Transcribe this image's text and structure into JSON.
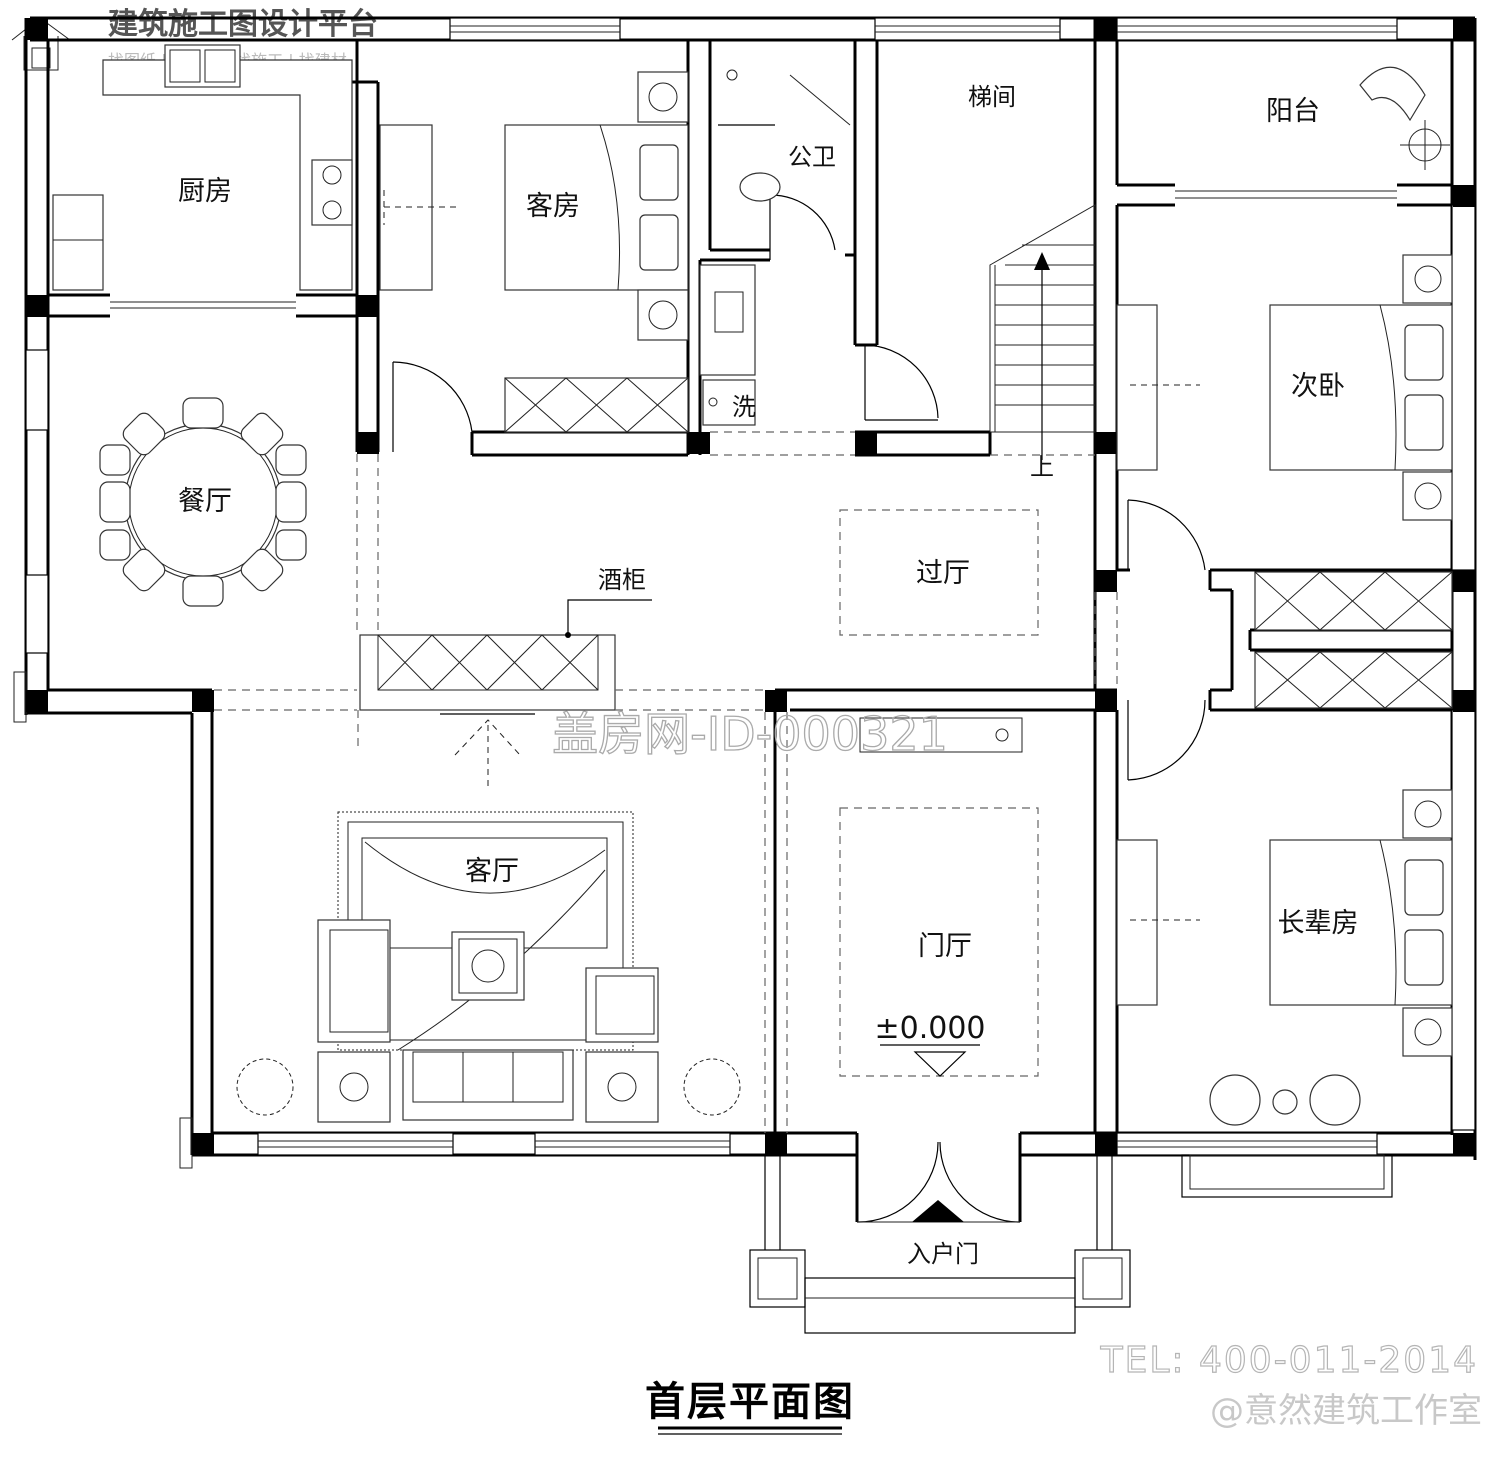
{
  "watermark_top": {
    "logo_text": "建筑施工图设计平台",
    "sub_text": "找图纸 | 找设计 | 找施工 | 找建材"
  },
  "rooms": {
    "kitchen": "厨房",
    "guest_room": "客房",
    "public_wc": "公卫",
    "stairwell": "梯间",
    "balcony": "阳台",
    "dining": "餐厅",
    "wash": "洗",
    "stair_up": "上",
    "second_bedroom": "次卧",
    "wine_cabinet": "酒柜",
    "corridor_hall": "过厅",
    "living_room": "客厅",
    "foyer": "门厅",
    "elder_room": "长辈房",
    "entrance": "入户门"
  },
  "elevation_mark": "±0.000",
  "watermark_id": "盖房网-ID-000321",
  "title": "首层平面图",
  "watermark_tel": "TEL: 400-011-2014",
  "watermark_studio": "@意然建筑工作室",
  "colors": {
    "wall": "#000000",
    "background": "#ffffff",
    "watermark": "#b5b5b5"
  }
}
